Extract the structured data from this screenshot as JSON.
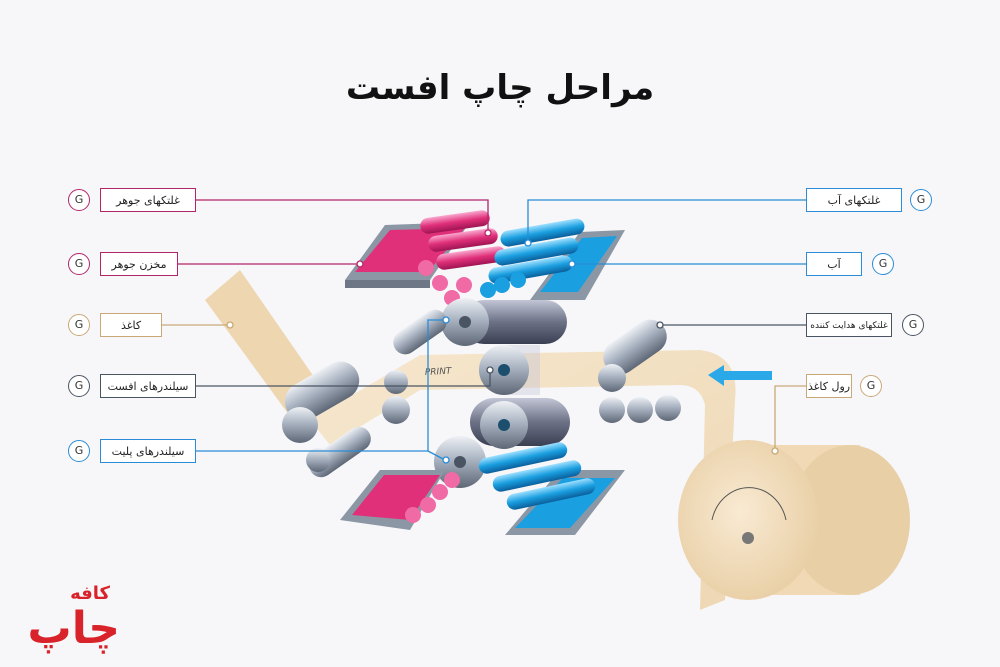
{
  "title": "مراحل چاپ افست",
  "labels_left": [
    {
      "id": "ink-rollers",
      "text": "غلتکهای جوهر",
      "g": "G",
      "color": "#b3246a"
    },
    {
      "id": "ink-reservoir",
      "text": "مخزن جوهر",
      "g": "G",
      "color": "#b3246a"
    },
    {
      "id": "paper",
      "text": "کاغذ",
      "g": "G",
      "color": "#c9a877"
    },
    {
      "id": "offset-cylinders",
      "text": "سیلندرهای افست",
      "g": "G",
      "color": "#4a5563"
    },
    {
      "id": "plate-cylinders",
      "text": "سیلندرهای پلیت",
      "g": "G",
      "color": "#2a8cd6"
    }
  ],
  "labels_right": [
    {
      "id": "water-rollers",
      "text": "غلتکهای آب",
      "g": "G",
      "color": "#2a8cd6"
    },
    {
      "id": "water",
      "text": "آب",
      "g": "G",
      "color": "#2a8cd6"
    },
    {
      "id": "guide-rollers",
      "text": "غلتکهای هدایت کننده",
      "g": "G",
      "color": "#4a5563"
    },
    {
      "id": "paper-roll",
      "text": "رول کاغذ",
      "g": "G",
      "color": "#c9a877"
    }
  ],
  "print_text": "PRINT",
  "logo_text": "چاپ",
  "logo_sub": "کافه",
  "colors": {
    "magenta": "#e0307a",
    "cyan": "#1a9fe0",
    "paper": "#f3dcb8",
    "steel": "#9aa4b2",
    "logo": "#d8232a"
  }
}
